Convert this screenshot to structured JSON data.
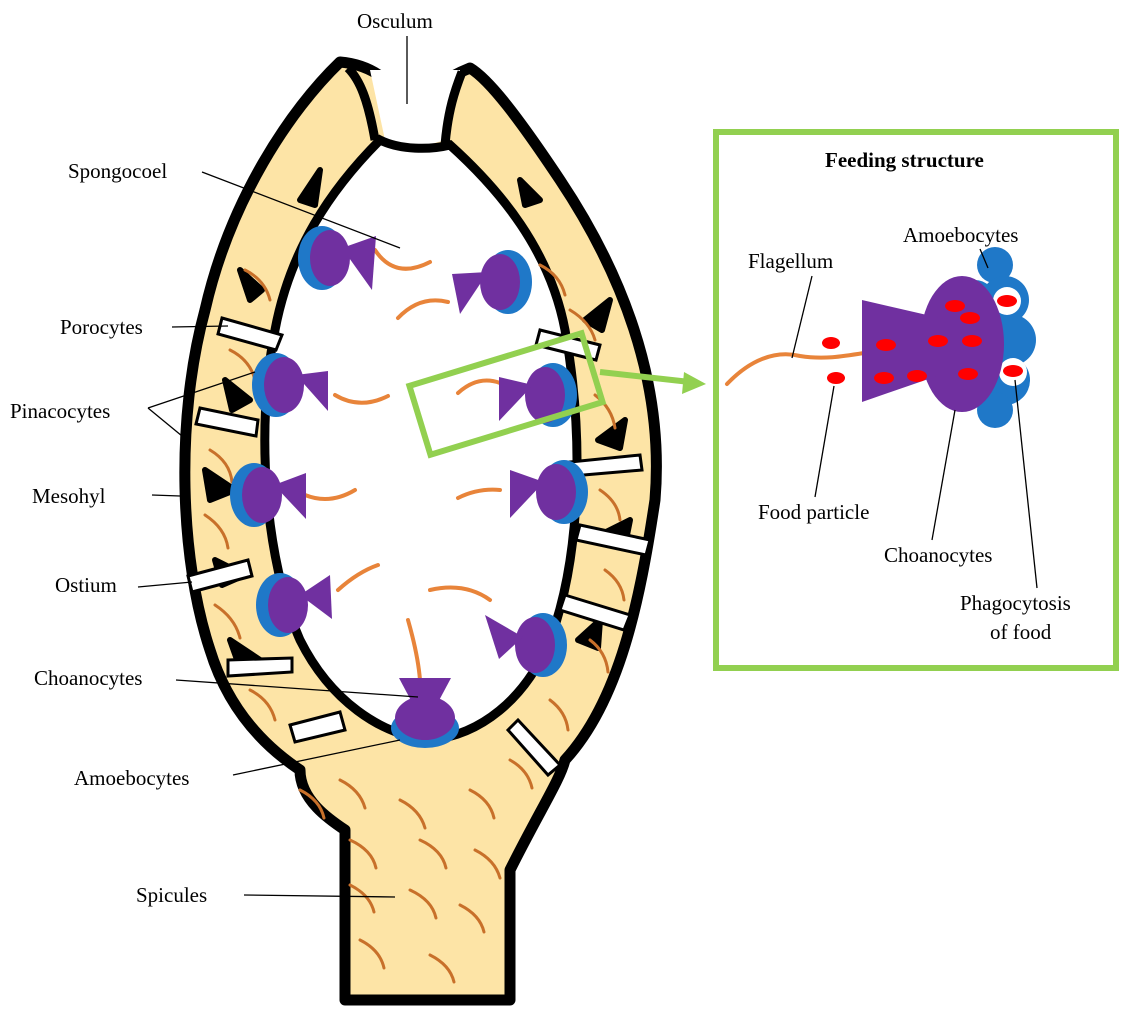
{
  "labels": {
    "osculum": "Osculum",
    "spongocoel": "Spongocoel",
    "porocytes": "Porocytes",
    "pinacocytes": "Pinacocytes",
    "mesohyl": "Mesohyl",
    "ostium": "Ostium",
    "choanocytes": "Choanocytes",
    "amoebocytes": "Amoebocytes",
    "spicules": "Spicules"
  },
  "inset": {
    "title": "Feeding structure",
    "amoebocytes": "Amoebocytes",
    "flagellum": "Flagellum",
    "food_particle": "Food particle",
    "choanocytes": "Choanocytes",
    "phagocytosis_line1": "Phagocytosis",
    "phagocytosis_line2": "of food"
  },
  "colors": {
    "body_fill": "#fde4a6",
    "outline": "#000000",
    "choanocyte": "#7030a0",
    "amoebocyte": "#1f78c8",
    "flagellum": "#e8843a",
    "food": "#ff0000",
    "highlight": "#92d050"
  }
}
